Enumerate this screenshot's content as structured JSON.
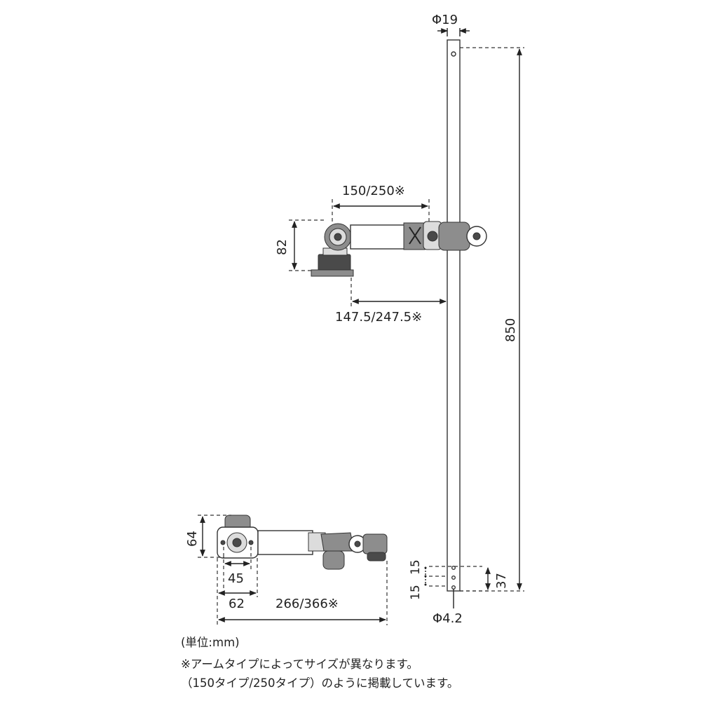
{
  "dimensions": {
    "pole_diameter": "Φ19",
    "pole_length": "850",
    "arm_length": "150/250※",
    "arm_reach": "147.5/247.5※",
    "clamp_height": "82",
    "top_height": "64",
    "hole_spacing_inner": "45",
    "base_width": "62",
    "overall_length": "266/366※",
    "hole_pitch_a": "15",
    "hole_pitch_b": "15",
    "bottom_offset": "37",
    "hole_diameter": "Φ4.2"
  },
  "notes": {
    "unit": "(単位:mm)",
    "line1": "※アームタイプによってサイズが異なります。",
    "line2": "（150タイプ/250タイプ）のように掲載しています。"
  }
}
